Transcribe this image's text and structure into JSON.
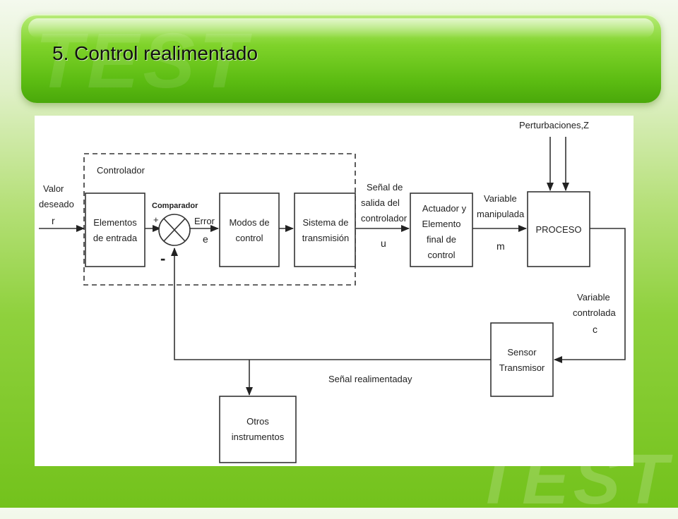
{
  "slide": {
    "title": "5. Control realimentado",
    "watermark": "TEST"
  },
  "diagram": {
    "controller_group": "Controlador",
    "input": [
      "Valor",
      "deseado",
      "r"
    ],
    "blocks": {
      "entrada": [
        "Elementos",
        "de entrada"
      ],
      "comparador": "Comparador",
      "modos": [
        "Modos de",
        "control"
      ],
      "transmision": [
        "Sistema de",
        "transmisión"
      ],
      "actuador": [
        "Actuador y",
        "Elemento",
        "final de",
        "control"
      ],
      "proceso": "PROCESO",
      "sensor": [
        "Sensor",
        "Transmisor"
      ],
      "otros": [
        "Otros",
        "instrumentos"
      ]
    },
    "signals": {
      "plus": "+",
      "minus": "-",
      "error": [
        "Error",
        "e"
      ],
      "senal_salida": [
        "Señal de",
        "salida del",
        "controlador",
        "u"
      ],
      "variable_manipulada": [
        "Variable",
        "manipulada",
        "m"
      ],
      "perturbaciones": "Perturbaciones,Z",
      "variable_controlada": [
        "Variable",
        "controlada",
        "c"
      ],
      "senal_realimentada": "Señal realimentaday"
    }
  },
  "colors": {
    "header_green": "#5cbc12",
    "background_green": "#73c21c"
  }
}
